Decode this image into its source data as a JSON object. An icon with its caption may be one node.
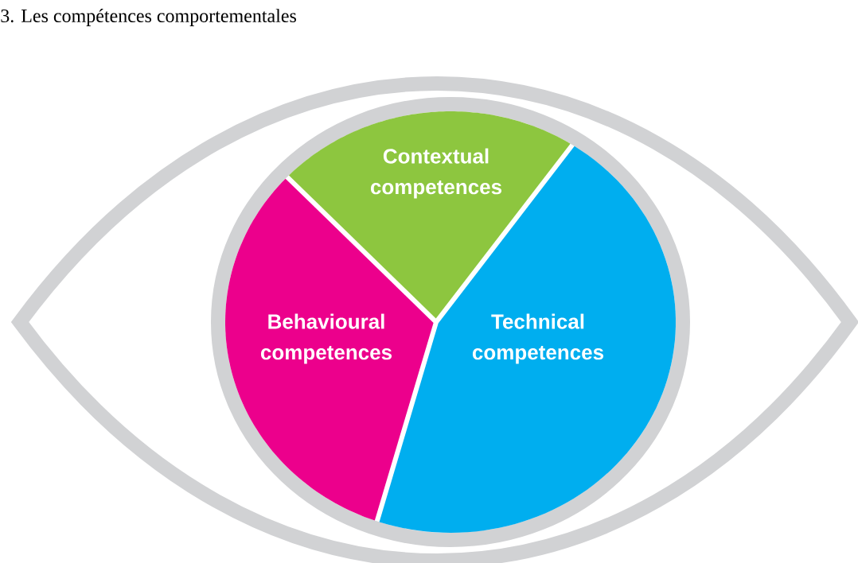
{
  "diagram": {
    "title": "3. Les compétences comportementales",
    "nodes": [
      {
        "text": [
          "Contextual competences"
        ]
      },
      {
        "text": [
          "Behavioural competences"
        ]
      },
      {
        "text": [
          "Technical competences"
        ]
      }
    ]
  }
}
